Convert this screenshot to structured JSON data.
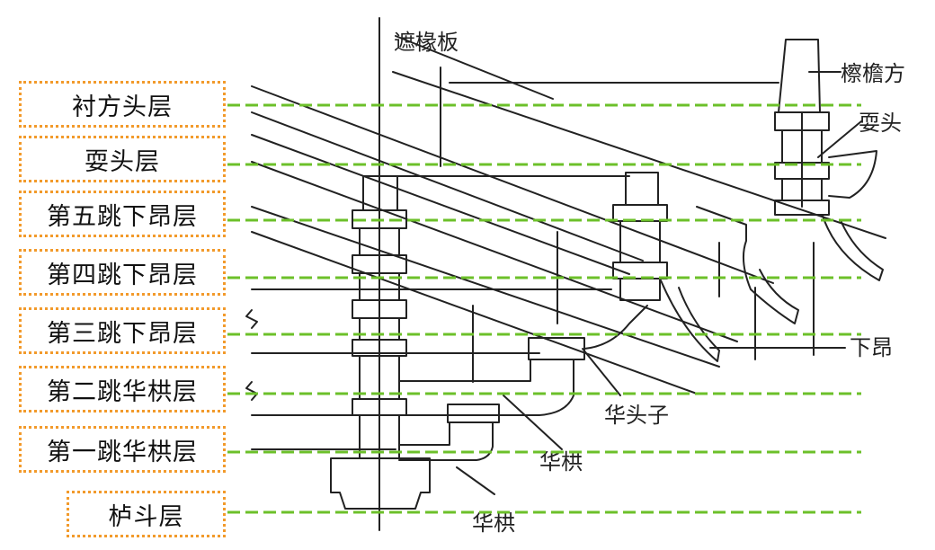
{
  "layers": [
    {
      "label": "衬方头层"
    },
    {
      "label": "耍头层"
    },
    {
      "label": "第五跳下昂层"
    },
    {
      "label": "第四跳下昂层"
    },
    {
      "label": "第三跳下昂层"
    },
    {
      "label": "第二跳华栱层"
    },
    {
      "label": "第一跳华栱层"
    },
    {
      "label": "栌斗层"
    }
  ],
  "annotations": {
    "zheyuanban": "遮椽板",
    "liaoyanfang": "檫檐方",
    "shuatou": "耍头",
    "xiaang": "下昂",
    "huatouzi": "华头子",
    "huagong_upper": "华栱",
    "huagong_lower": "华栱"
  },
  "colors": {
    "box_border": "#f29a2b",
    "guide_line": "#6cc02a",
    "drawing": "#222222"
  }
}
